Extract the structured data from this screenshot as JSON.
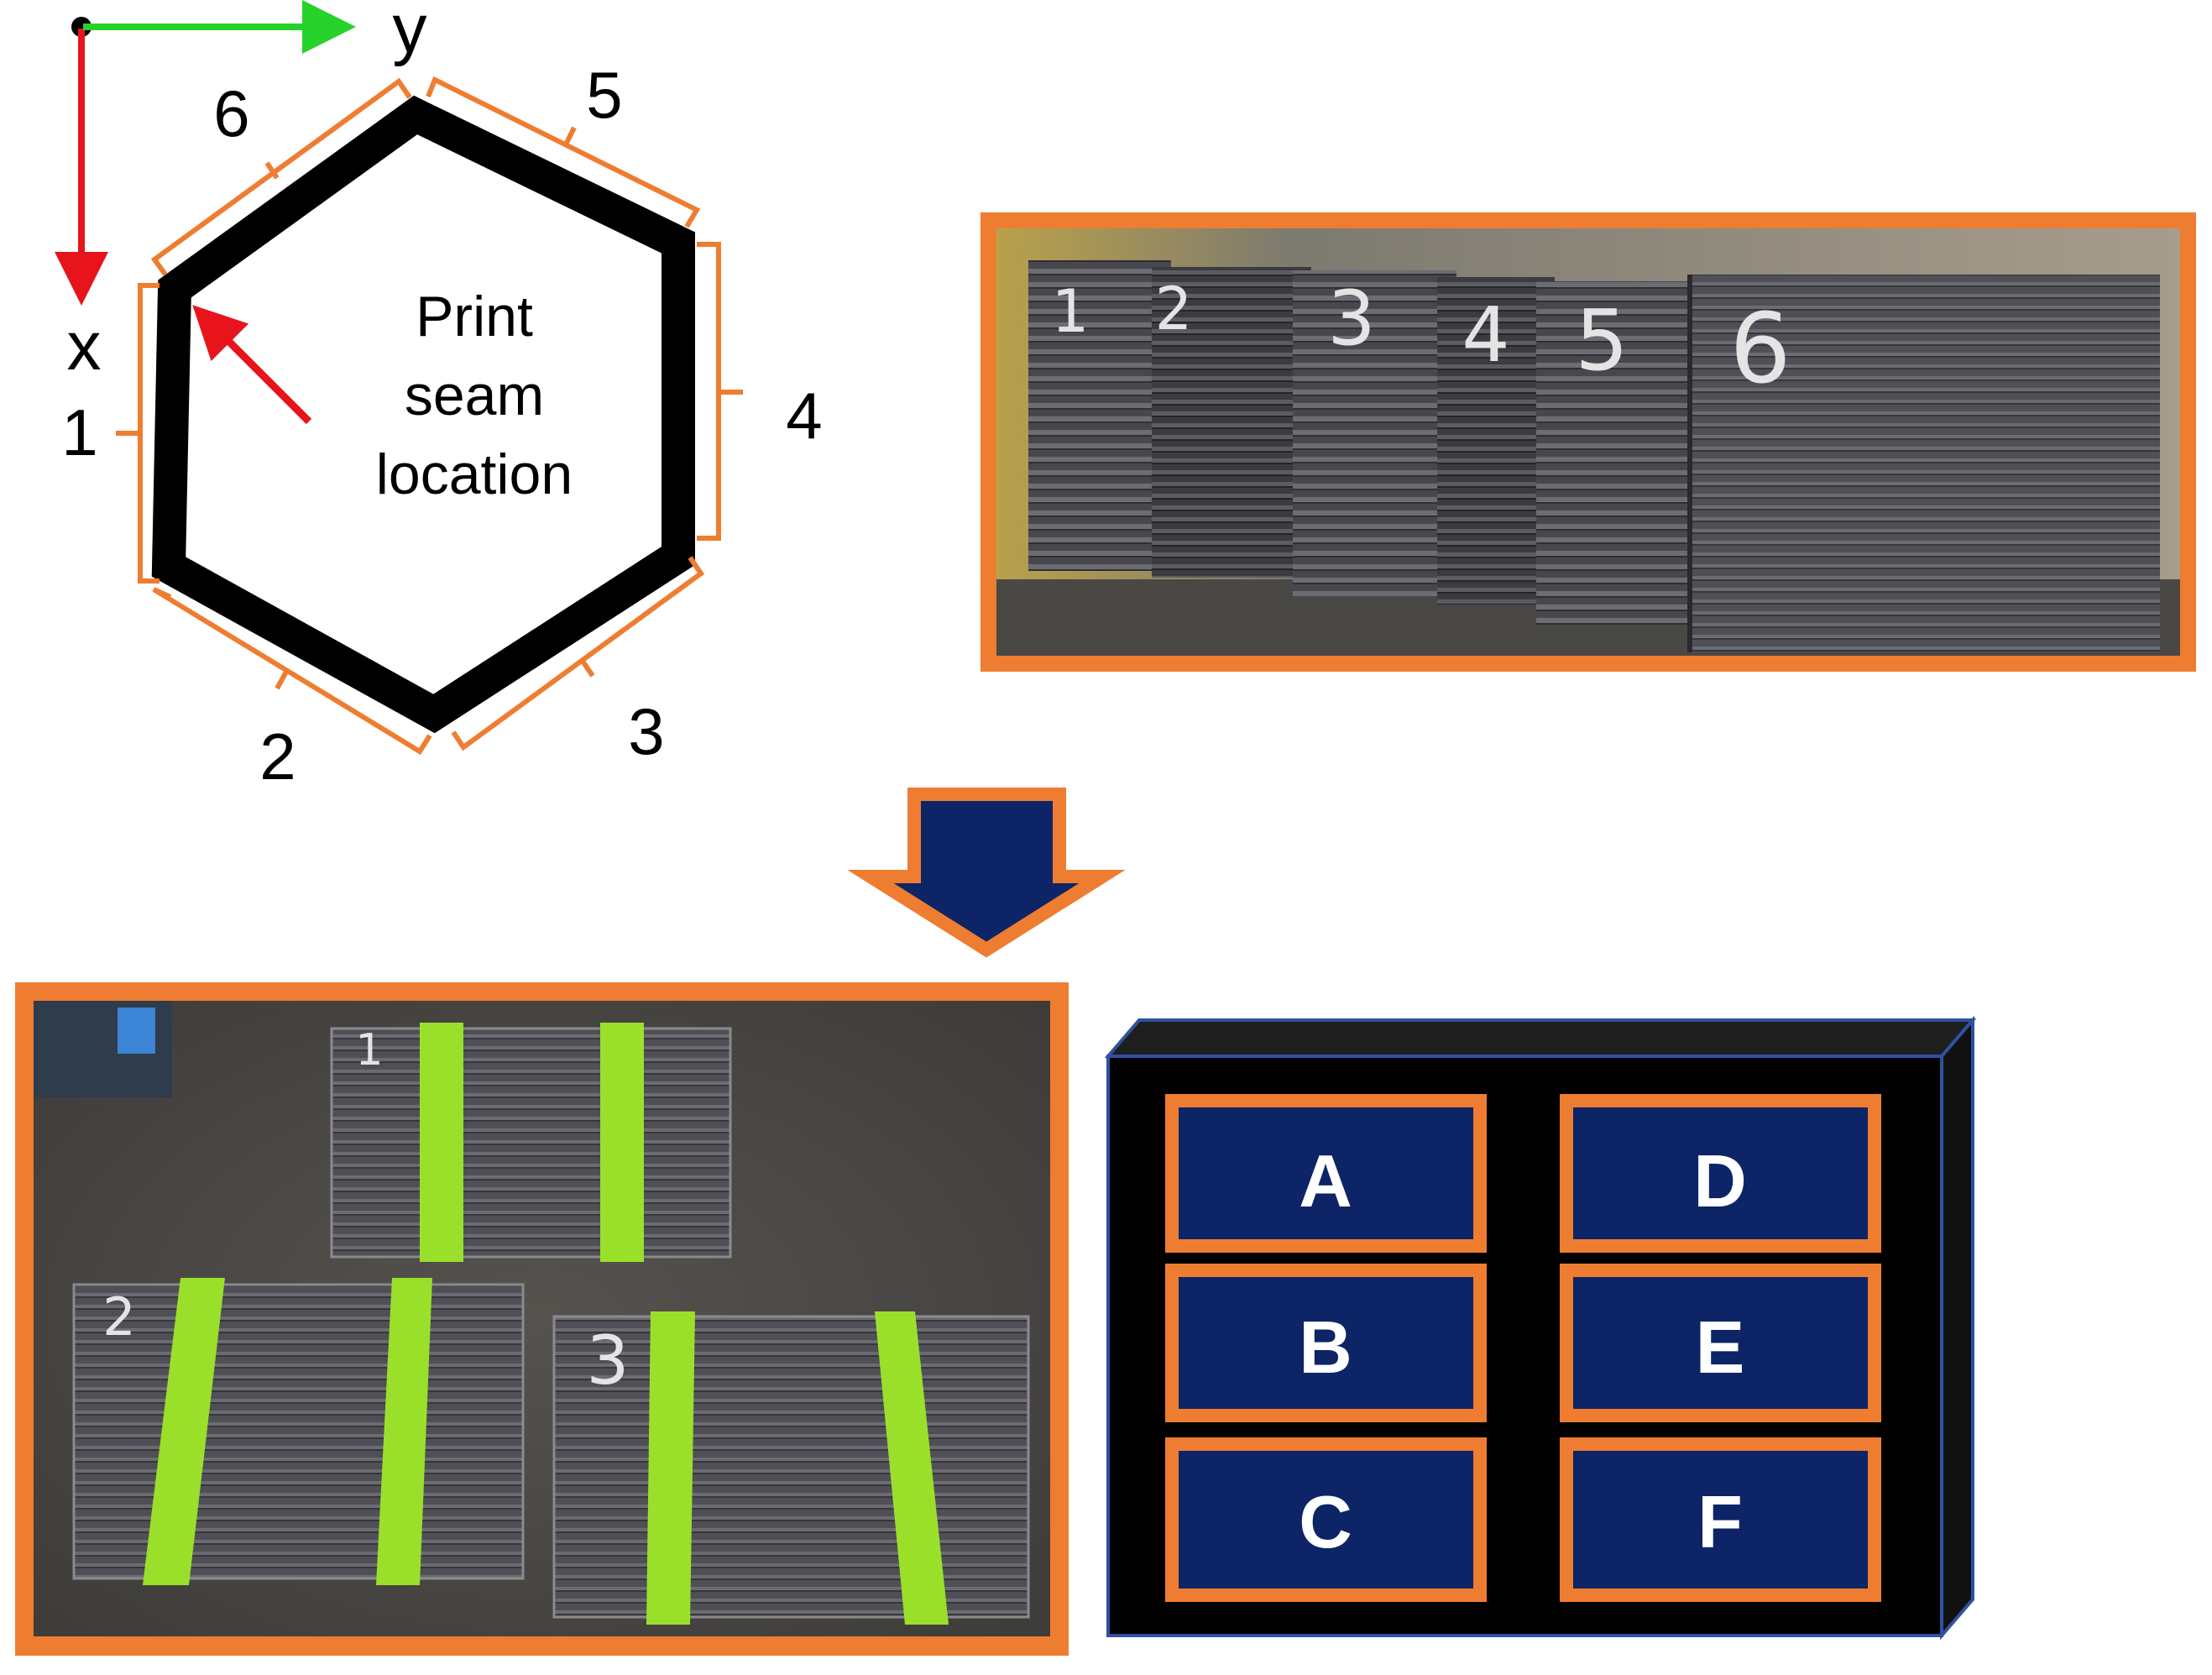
{
  "axes": {
    "x_label": "x",
    "y_label": "y"
  },
  "hexagon": {
    "side_labels": [
      "1",
      "2",
      "3",
      "4",
      "5",
      "6"
    ],
    "seam_text": [
      "Print",
      "seam",
      "location"
    ]
  },
  "panel_photo": {
    "numbers": [
      "1",
      "2",
      "3",
      "4",
      "5",
      "6"
    ]
  },
  "layout_photo": {
    "numbers": [
      "1",
      "2",
      "3"
    ]
  },
  "specimen_box": {
    "cells": [
      "A",
      "B",
      "C",
      "D",
      "E",
      "F"
    ]
  },
  "colors": {
    "orange": "#ee7d31",
    "navy": "#0d2466",
    "tape_green": "#9ae02a",
    "axis_x_red": "#e8141c",
    "axis_y_green": "#27d32b"
  }
}
